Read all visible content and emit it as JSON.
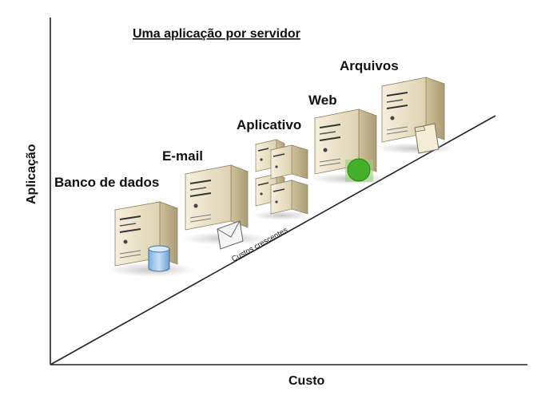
{
  "title": "Uma aplicação por servidor",
  "axes": {
    "x_label": "Custo",
    "y_label": "Aplicação"
  },
  "trend_label": "Custos crescentes",
  "servers": [
    {
      "label": "Banco de dados",
      "icon": "database-cylinder-icon",
      "icon_color": "#9fc6ea"
    },
    {
      "label": "E-mail",
      "icon": "envelope-icon",
      "icon_color": "#f2f2f2"
    },
    {
      "label": "Aplicativo",
      "icon": "rack-servers-icon",
      "icon_color": "#eee5cf"
    },
    {
      "label": "Web",
      "icon": "globe-circle-icon",
      "icon_color": "#4caf3f"
    },
    {
      "label": "Arquivos",
      "icon": "folder-icon",
      "icon_color": "#f4ecd6"
    }
  ],
  "colors": {
    "server_body": "#eee5cf",
    "server_side": "#c6b994",
    "server_top": "#f7f1e1",
    "ink": "#111111"
  }
}
